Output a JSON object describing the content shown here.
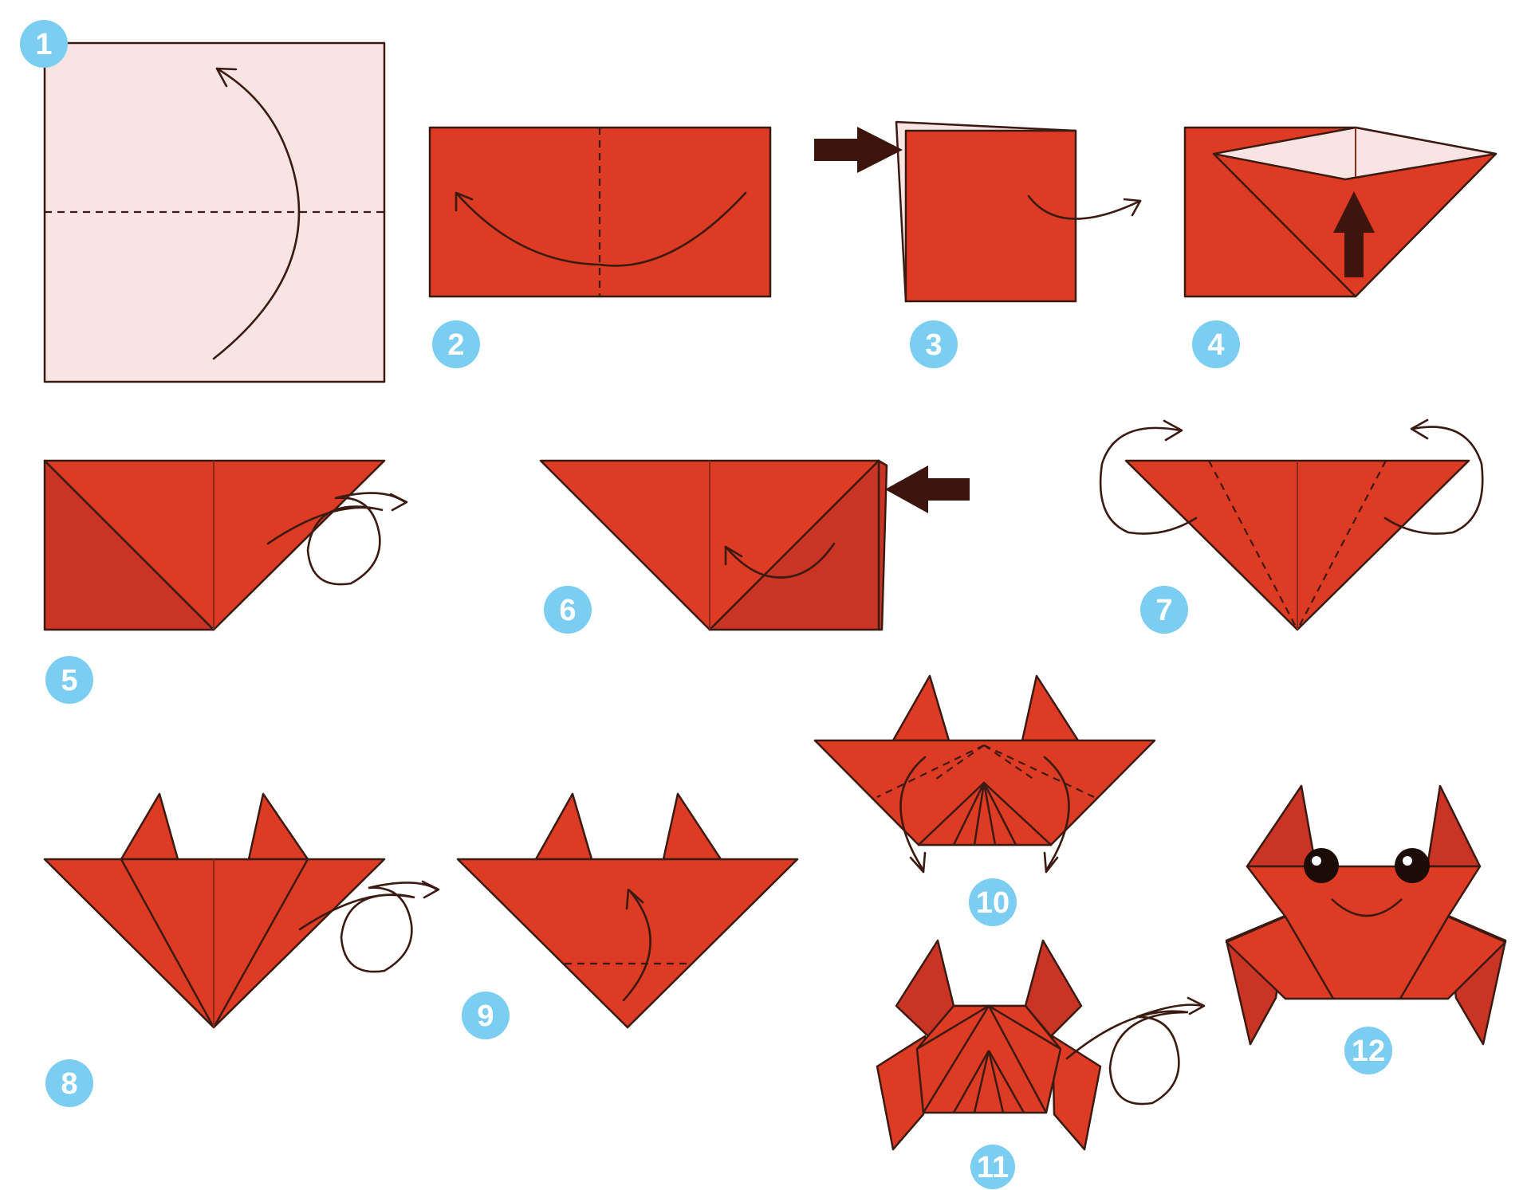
{
  "colors": {
    "paper_back": "#f9e4e4",
    "paper_front": "#dd3b23",
    "paper_dark": "#c93424",
    "outline": "#3b1a12",
    "push_arrow": "#3e150d",
    "badge": "#7ccdf2",
    "badge_text": "#ffffff"
  },
  "steps": [
    {
      "label": "1"
    },
    {
      "label": "2"
    },
    {
      "label": "3"
    },
    {
      "label": "4"
    },
    {
      "label": "5"
    },
    {
      "label": "6"
    },
    {
      "label": "7"
    },
    {
      "label": "8"
    },
    {
      "label": "9"
    },
    {
      "label": "10"
    },
    {
      "label": "11"
    },
    {
      "label": "12"
    }
  ]
}
